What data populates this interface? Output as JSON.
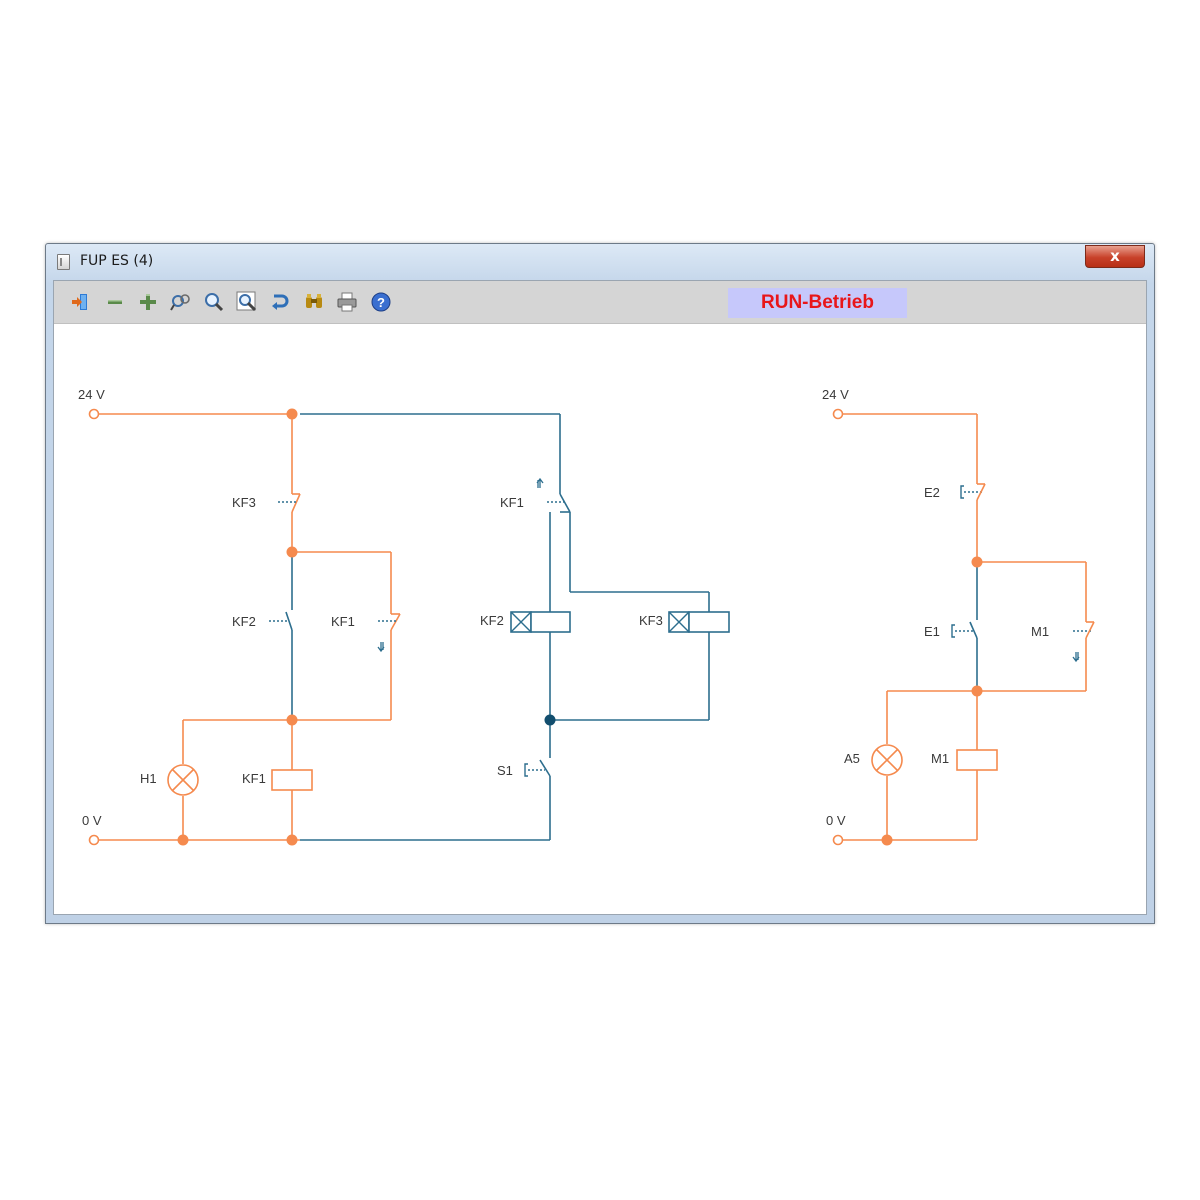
{
  "window": {
    "title": "FUP ES (4)",
    "close_label": "x"
  },
  "toolbar": {
    "status_label": "RUN-Betrieb",
    "tools": [
      {
        "name": "exit-icon"
      },
      {
        "name": "minus-icon"
      },
      {
        "name": "plus-icon"
      },
      {
        "name": "zoom-fit-icon"
      },
      {
        "name": "zoom-in-icon"
      },
      {
        "name": "zoom-page-icon"
      },
      {
        "name": "refresh-icon"
      },
      {
        "name": "binoculars-icon"
      },
      {
        "name": "print-icon"
      },
      {
        "name": "help-icon"
      }
    ]
  },
  "diagram": {
    "left_circuit": {
      "supply_label": "24 V",
      "ground_label": "0 V",
      "kf3_contact_label": "KF3",
      "kf2_contact_label": "KF2",
      "kf1_contact_label": "KF1",
      "kf1_upper_contact_label": "KF1",
      "kf2_coil_label": "KF2",
      "kf3_coil_label": "KF3",
      "s1_label": "S1",
      "h1_label": "H1",
      "kf1_coil_label": "KF1"
    },
    "right_circuit": {
      "supply_label": "24 V",
      "ground_label": "0 V",
      "e2_label": "E2",
      "e1_label": "E1",
      "m1_contact_label": "M1",
      "a5_label": "A5",
      "m1_coil_label": "M1"
    },
    "colors": {
      "active": "#f58a4e",
      "inactive": "#2d6e8e",
      "node_inactive": "#124e6e",
      "toolbar": "#d5d5d5",
      "status_bg": "#c6c8fb",
      "status_text": "#e8161a"
    }
  }
}
